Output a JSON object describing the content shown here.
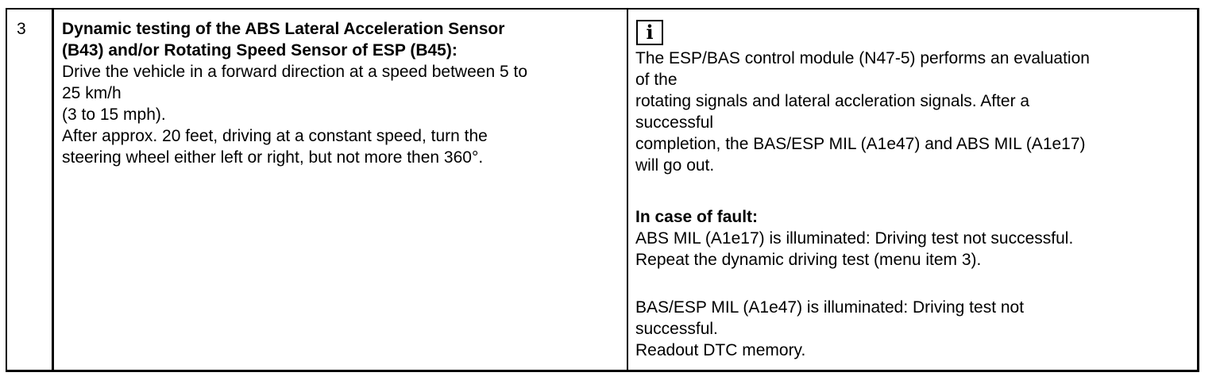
{
  "step": {
    "number": "3"
  },
  "action": {
    "title": "Dynamic testing of the ABS Lateral Acceleration Sensor\n(B43) and/or Rotating Speed Sensor of ESP (B45):",
    "body": "Drive the vehicle in a forward direction at a speed between 5 to\n25 km/h\n(3 to 15 mph).\nAfter approx. 20 feet, driving at a constant speed, turn the\nsteering wheel either left or right, but not more then 360°."
  },
  "info": {
    "icon": "info-icon",
    "icon_glyph": "i",
    "body": "The ESP/BAS control module (N47-5) performs an evaluation\nof the\nrotating signals and lateral accleration signals. After a\nsuccessful\ncompletion, the BAS/ESP MIL (A1e47) and ABS MIL (A1e17)\nwill go out.",
    "fault_title": "In case of fault:",
    "fault_abs": "ABS MIL (A1e17) is illuminated: Driving test not successful.\nRepeat the dynamic driving test (menu item 3).",
    "fault_esp": "BAS/ESP MIL (A1e47) is illuminated: Driving test not\nsuccessful.\nReadout DTC memory."
  }
}
